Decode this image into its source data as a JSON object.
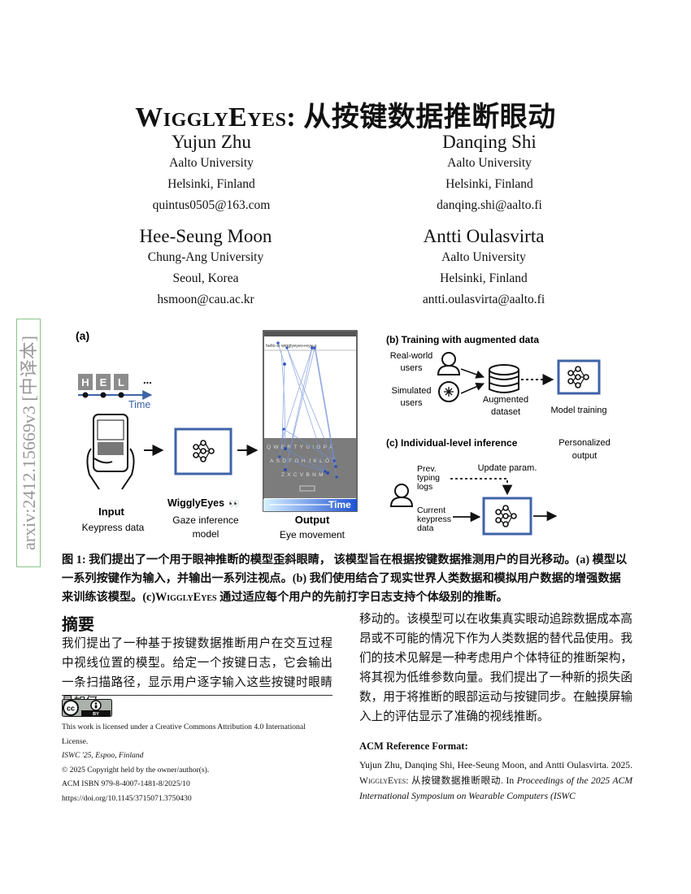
{
  "title": {
    "brand": "WigglyEyes",
    "rest": ": 从按键数据推断眼动"
  },
  "authors": [
    {
      "name": "Yujun Zhu",
      "affiliation": "Aalto University",
      "location": "Helsinki, Finland",
      "email": "quintus0505@163.com"
    },
    {
      "name": "Danqing Shi",
      "affiliation": "Aalto University",
      "location": "Helsinki, Finland",
      "email": "danqing.shi@aalto.fi"
    },
    {
      "name": "Hee-Seung Moon",
      "affiliation": "Chung-Ang University",
      "location": "Seoul, Korea",
      "email": "hsmoon@cau.ac.kr"
    },
    {
      "name": "Antti Oulasvirta",
      "affiliation": "Aalto University",
      "location": "Helsinki, Finland",
      "email": "antti.oulasvirta@aalto.fi"
    }
  ],
  "arxiv_label": "arxiv:2412.15669v3 [中译本]",
  "figure": {
    "panel_a": "(a)",
    "keys": [
      "H",
      "E",
      "L"
    ],
    "ellipsis": "...",
    "time_label": "Time",
    "input_label": "Input",
    "input_sub": "Keypress data",
    "model_label": "WigglyEyes",
    "eyes_emoji": "👀",
    "model_sub": "Gaze inference model",
    "output_label": "Output",
    "output_sub": "Eye movement",
    "phone_text": "hello-is wigglyeyes+eye-s",
    "kb_row1": [
      "Q",
      "W",
      "E",
      "R",
      "T",
      "Y",
      "U",
      "I",
      "O",
      "P",
      "Å"
    ],
    "kb_row2": [
      "A",
      "S",
      "D",
      "F",
      "G",
      "H",
      "J",
      "K",
      "L",
      "Ö",
      "Ä"
    ],
    "kb_row3": [
      "Z",
      "X",
      "C",
      "V",
      "B",
      "N",
      "M"
    ],
    "panel_b": "(b) Training with augmented data",
    "real_users": "Real-world users",
    "sim_users": "Simulated users",
    "augmented": "Augmented dataset",
    "model_training": "Model training",
    "panel_c": "(c) Individual-level inference",
    "personalized": "Personalized output",
    "update_param": "Update param.",
    "prev_logs": "Prev. typing logs",
    "current_keypress": "Current keypress data"
  },
  "caption": {
    "part1": "图 1: 我们提出了一个用于眼神推断的模型歪斜眼睛， 该模型旨在根据按键数据推测用户的目光移动。(a) 模型以一系列按键作为输入，并输出一系列注视点。(b) 我们使用结合了现实世界人类数据和模拟用户数据的增强数据来训练该模型。(c)",
    "brand": "WigglyEyes",
    "part2": " 通过适应每个用户的先前打字日志支持个体级别的推断。"
  },
  "abstract": {
    "heading": "摘要",
    "left": "我们提出了一种基于按键数据推断用户在交互过程中视线位置的模型。给定一个按键日志，它会输出一条扫描路径，显示用户逐字输入这些按键时眼睛是如何",
    "right": "移动的。该模型可以在收集真实眼动追踪数据成本高昂或不可能的情况下作为人类数据的替代品使用。我们的技术见解是一种考虑用户个体特征的推断架构，将其视为低维参数向量。我们提出了一种新的损失函数，用于将推断的眼部运动与按键同步。在触摸屏输入上的评估显示了准确的视线推断。"
  },
  "license": {
    "cc": "cc",
    "by": "BY",
    "line1": "This work is licensed under a Creative Commons Attribution 4.0 International License.",
    "venue": "ISWC '25, Espoo, Finland",
    "copyright": "© 2025 Copyright held by the owner/author(s).",
    "isbn": "ACM ISBN 979-8-4007-1481-8/2025/10",
    "doi": "https://doi.org/10.1145/3715071.3750430"
  },
  "acm": {
    "heading": "ACM Reference Format:",
    "authors": "Yujun Zhu, Danqing Shi, Hee-Seung Moon, and Antti Oulasvirta. 2025.",
    "brand": "WigglyEyes",
    "title_rest": ": 从按键数据推断眼动. In",
    "proceedings": "Proceedings of the 2025 ACM International Symposium on Wearable Computers (ISWC"
  },
  "colors": {
    "accent_blue": "#3f63a8",
    "arxiv_border": "#88c488",
    "arxiv_text": "#999999"
  }
}
